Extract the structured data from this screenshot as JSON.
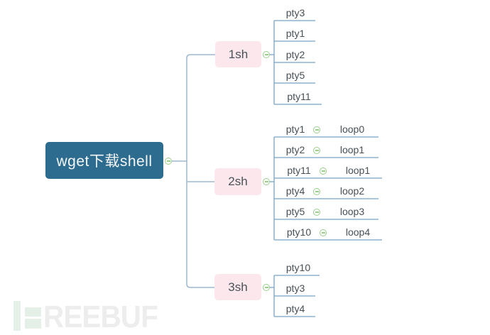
{
  "colors": {
    "root_bg": "#2d6b8f",
    "root_text": "#f4f6f7",
    "branch_bg": "#fce8ec",
    "branch_text": "#4a525a",
    "leaf_text": "#474f56",
    "main_line": "#9eb9d0",
    "child_line": "#78a5c8",
    "collapse_green": "#9bcf8a",
    "watermark_green": "#e3efe7",
    "watermark_gray": "#ededed"
  },
  "root": {
    "label": "wget下载shell"
  },
  "branches": [
    {
      "label": "1sh",
      "children": [
        {
          "label": "pty3"
        },
        {
          "label": "pty1"
        },
        {
          "label": "pty2"
        },
        {
          "label": "pty5"
        },
        {
          "label": "pty11"
        }
      ]
    },
    {
      "label": "2sh",
      "children": [
        {
          "label": "pty1",
          "child": {
            "label": "loop0"
          }
        },
        {
          "label": "pty2",
          "child": {
            "label": "loop1"
          }
        },
        {
          "label": "pty11",
          "child": {
            "label": "loop1"
          }
        },
        {
          "label": "pty4",
          "child": {
            "label": "loop2"
          }
        },
        {
          "label": "pty5",
          "child": {
            "label": "loop3"
          }
        },
        {
          "label": "pty10",
          "child": {
            "label": "loop4"
          }
        }
      ]
    },
    {
      "label": "3sh",
      "children": [
        {
          "label": "pty10"
        },
        {
          "label": "pty3"
        },
        {
          "label": "pty4"
        }
      ]
    }
  ],
  "watermark": {
    "text": "REEBUF"
  }
}
